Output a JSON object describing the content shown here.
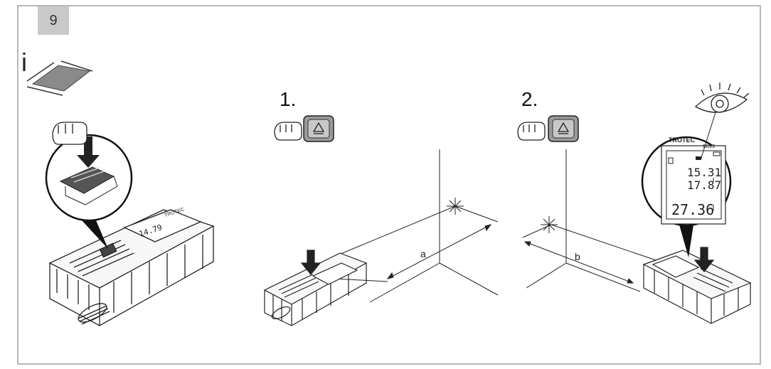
{
  "page_number": "9",
  "info_symbol": "i",
  "steps": [
    {
      "label": "1.",
      "dimension": "a"
    },
    {
      "label": "2.",
      "dimension": "b"
    }
  ],
  "device": {
    "brand": "TROTEC",
    "model": "BD22",
    "closeup_display": "14.79",
    "display_values": [
      "15.31",
      "17.87",
      "27.36"
    ]
  },
  "colors": {
    "frame": "#b8b8b8",
    "badge": "#c9c9c9",
    "line": "#222222",
    "fill_gray": "#8a8a8a"
  }
}
